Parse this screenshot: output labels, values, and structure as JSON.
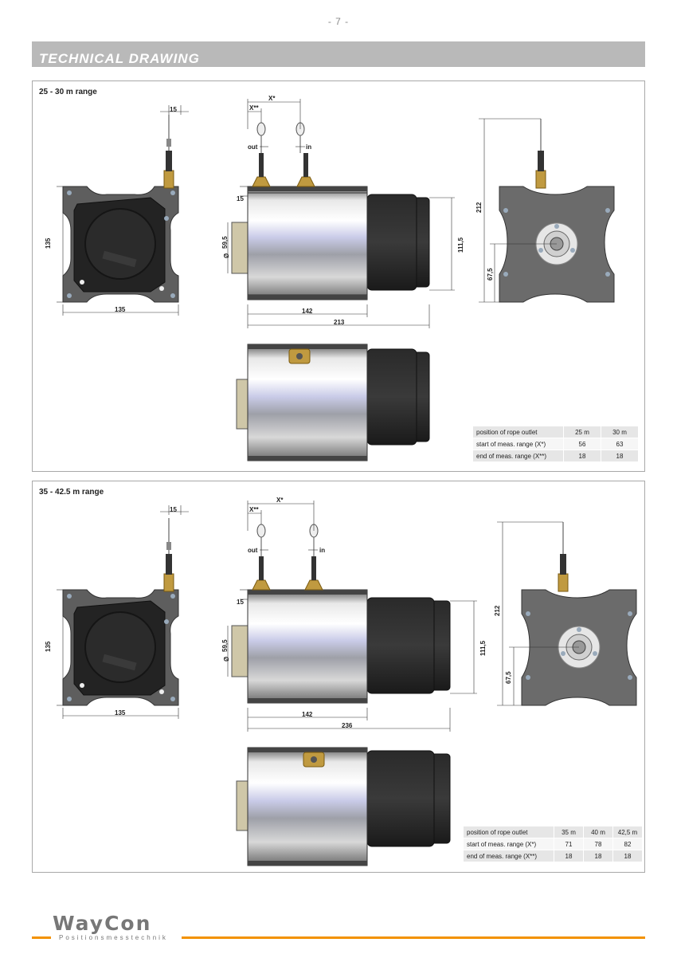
{
  "page": {
    "number": "- 7 -",
    "title": "TECHNICAL DRAWING"
  },
  "brand": {
    "logo": "WayCon",
    "tagline": "Positionsmesstechnik",
    "accent": "#f39200"
  },
  "section1": {
    "title": "25 - 30 m range",
    "dims": {
      "rope_offset": "15",
      "front_height": "135",
      "front_width": "135",
      "x_star": "X*",
      "x_star2": "X**",
      "out": "out",
      "in": "in",
      "top_offset": "15",
      "diameter_sym": "Ø",
      "diameter": "59,5",
      "body_height": "111,5",
      "body_length": "142",
      "total_length": "213",
      "back_height": "212",
      "center_height": "67,5"
    },
    "table": {
      "headers": [
        "position of rope outlet",
        "25 m",
        "30 m"
      ],
      "rows": [
        [
          "start of meas. range (X*)",
          "56",
          "63"
        ],
        [
          "end of meas. range (X**)",
          "18",
          "18"
        ]
      ]
    }
  },
  "section2": {
    "title": "35 - 42.5 m range",
    "dims": {
      "rope_offset": "15",
      "front_height": "135",
      "front_width": "135",
      "x_star": "X*",
      "x_star2": "X**",
      "out": "out",
      "in": "in",
      "top_offset": "15",
      "diameter_sym": "Ø",
      "diameter": "59,5",
      "body_height": "111,5",
      "body_length": "142",
      "total_length": "236",
      "back_height": "212",
      "center_height": "67,5"
    },
    "table": {
      "headers": [
        "position of rope outlet",
        "35 m",
        "40 m",
        "42,5 m"
      ],
      "rows": [
        [
          "start of meas. range (X*)",
          "71",
          "78",
          "82"
        ],
        [
          "end of meas. range (X**)",
          "18",
          "18",
          "18"
        ]
      ]
    }
  }
}
